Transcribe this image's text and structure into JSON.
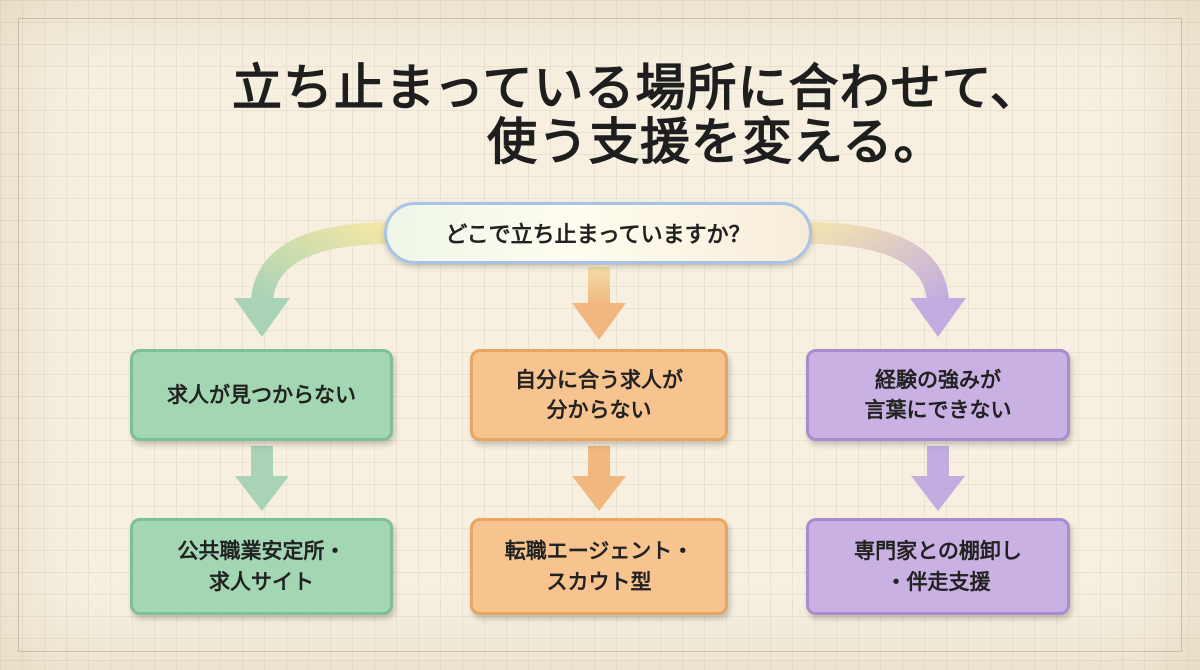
{
  "title": {
    "line1": "立ち止まっている場所に合わせて、",
    "line2": "使う支援を変える。"
  },
  "question": "どこで立ち止まっていますか？",
  "problems": [
    "求人が見つからない",
    "自分に合う求人が\n分からない",
    "経験の強みが\n言葉にできない"
  ],
  "solutions": [
    "公共職業安定所・\n求人サイト",
    "転職エージェント・\nスカウト型",
    "専門家との棚卸し\n・伴走支援"
  ],
  "colors": {
    "green": "#a3d7b3",
    "orange": "#f7c48f",
    "purple": "#c9b2e3",
    "question_border": "#a9c3e6"
  }
}
